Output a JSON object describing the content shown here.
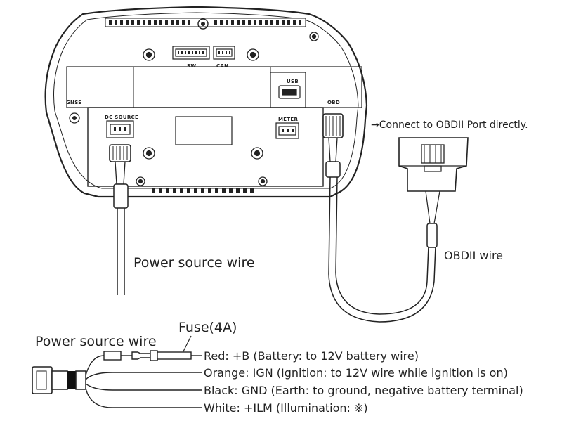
{
  "device": {
    "port_labels": {
      "sw": "SW",
      "can": "CAN",
      "usb": "USB",
      "gnss": "GNSS",
      "obd": "OBD",
      "dc_source": "DC SOURCE",
      "meter": "METER"
    }
  },
  "callouts": {
    "obd_connect": "→Connect to OBDII Port directly.",
    "obdii_wire": "OBDII wire",
    "power_source_wire_upper": "Power source wire"
  },
  "harness": {
    "power_source_wire": "Power source wire",
    "fuse": "Fuse(4A)",
    "wires": [
      {
        "label": "Red: +B (Battery: to 12V battery wire)",
        "color": "#c62828"
      },
      {
        "label": "Orange: IGN (Ignition: to 12V wire while ignition is on)",
        "color": "#ef6c00"
      },
      {
        "label": "Black: GND (Earth: to ground, negative battery terminal)",
        "color": "#111111"
      },
      {
        "label": "White: +ILM (Illumination: ※)",
        "color": "#ffffff"
      }
    ]
  },
  "colors": {
    "line": "#222222",
    "background": "#ffffff"
  }
}
